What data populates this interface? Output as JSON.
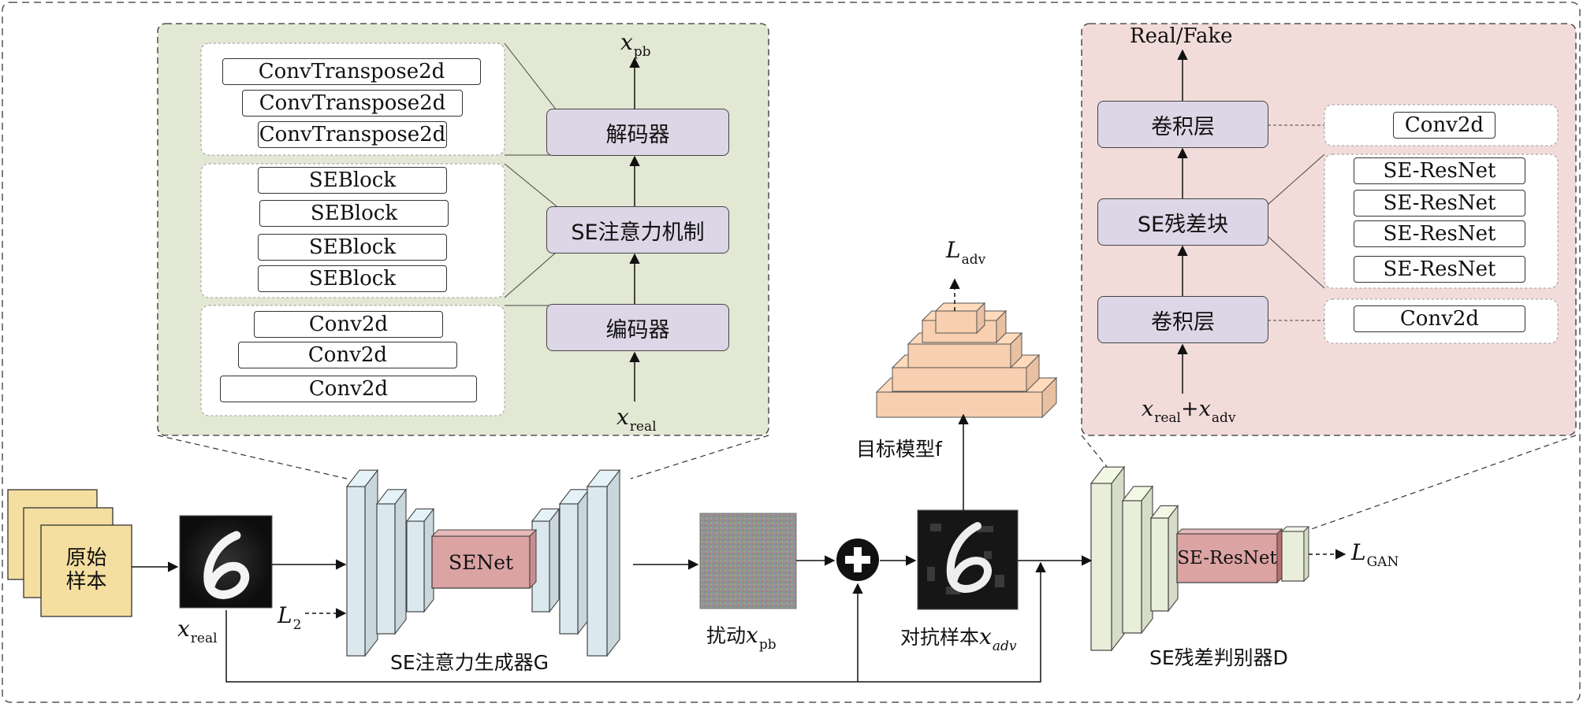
{
  "generator": {
    "panel_color": "#e3e8d4",
    "decoder_layers": [
      "ConvTranspose2d",
      "ConvTranspose2d",
      "ConvTranspose2d"
    ],
    "se_layers": [
      "SEBlock",
      "SEBlock",
      "SEBlock",
      "SEBlock"
    ],
    "encoder_layers": [
      "Conv2d",
      "Conv2d",
      "Conv2d"
    ],
    "decoder_label": "解码器",
    "se_label": "SE注意力机制",
    "encoder_label": "编码器",
    "output_var": "x",
    "output_sub": "pb",
    "input_var": "x",
    "input_sub": "real",
    "senet_label": "SENet",
    "caption": "SE注意力生成器G",
    "block_color": "#dcd6e6",
    "layer_color": "#dbe9ef",
    "senet_color": "#dca3a3"
  },
  "discriminator": {
    "panel_color": "#f2dcd9",
    "output_label": "Real/Fake",
    "conv_top_label": "卷积层",
    "conv_top_layers": [
      "Conv2d"
    ],
    "res_label": "SE残差块",
    "res_layers": [
      "SE-ResNet",
      "SE-ResNet",
      "SE-ResNet",
      "SE-ResNet"
    ],
    "conv_bottom_label": "卷积层",
    "conv_bottom_layers": [
      "Conv2d"
    ],
    "input_var1": "x",
    "input_sub1": "real",
    "input_plus": "+",
    "input_var2": "x",
    "input_sub2": "adv",
    "resnet_label": "SE-ResNet",
    "caption": "SE残差判别器D",
    "layer_color": "#e9eedb"
  },
  "pipeline": {
    "source_label_line1": "原始",
    "source_label_line2": "样本",
    "source_color": "#f5dfa0",
    "real_var": "x",
    "real_sub": "real",
    "l2_var": "L",
    "l2_sub": "2",
    "perturb_prefix": "扰动",
    "perturb_var": "x",
    "perturb_sub": "pb",
    "adv_prefix": "对抗样本",
    "adv_var": "x",
    "adv_sub": "adv",
    "target_label": "目标模型f",
    "target_color": "#f8cfb0",
    "adv_loss_var": "L",
    "adv_loss_sub": "adv",
    "gan_loss_var": "L",
    "gan_loss_sub": "GAN",
    "digit": "6"
  }
}
